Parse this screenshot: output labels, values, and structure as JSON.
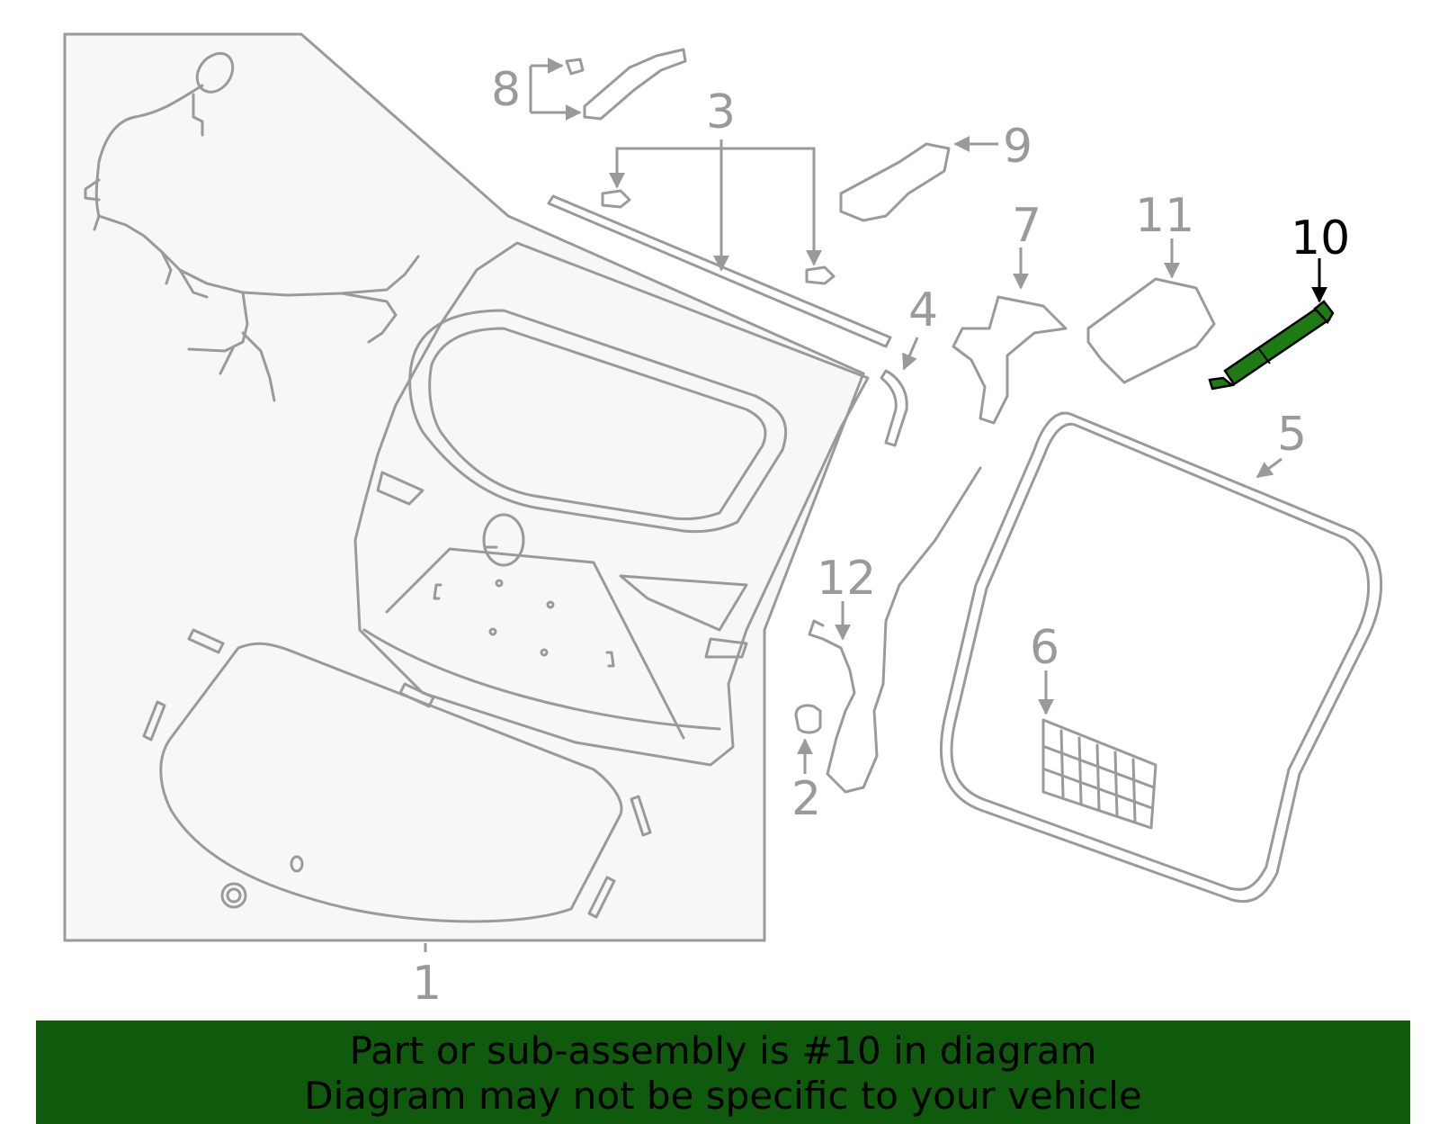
{
  "diagram": {
    "line_color": "#9a9a9a",
    "highlight_color": "#1e7a12",
    "callouts": {
      "c1": "1",
      "c2": "2",
      "c3": "3",
      "c4": "4",
      "c5": "5",
      "c6": "6",
      "c7": "7",
      "c8": "8",
      "c9": "9",
      "c10": "10",
      "c11": "11",
      "c12": "12"
    },
    "highlighted_part": "10"
  },
  "banner": {
    "line1": "Part or sub-assembly is #10 in diagram",
    "line2": "Diagram may not be specific to your vehicle",
    "background": "#0f5a0c"
  }
}
